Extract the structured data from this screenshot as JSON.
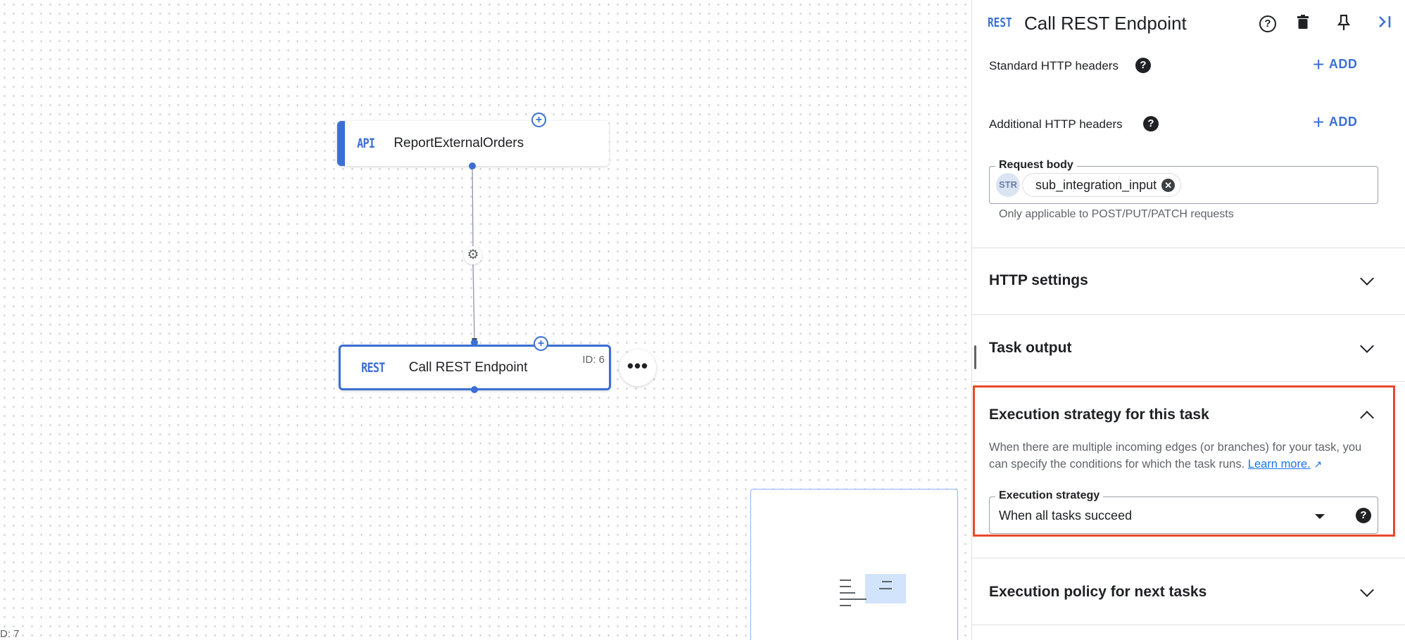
{
  "canvas": {
    "api_node": {
      "type_label": "API",
      "label": "ReportExternalOrders"
    },
    "rest_node": {
      "type_label": "REST",
      "label": "Call REST Endpoint",
      "id_label": "ID: 6"
    },
    "more_button_label": "•••",
    "bottom_id_label": "D: 7"
  },
  "panel": {
    "header": {
      "type_label": "REST",
      "title": "Call REST Endpoint"
    },
    "standard_headers": {
      "label": "Standard HTTP headers",
      "add_label": "ADD"
    },
    "additional_headers": {
      "label": "Additional HTTP headers",
      "add_label": "ADD"
    },
    "request_body": {
      "legend": "Request body",
      "badge": "STR",
      "chip_value": "sub_integration_input",
      "hint": "Only applicable to POST/PUT/PATCH requests"
    },
    "sections": {
      "http_settings": "HTTP settings",
      "task_output": "Task output",
      "execution_strategy": "Execution strategy for this task",
      "execution_policy": "Execution policy for next tasks"
    },
    "execution_strategy": {
      "description": "When there are multiple incoming edges (or branches) for your task, you can specify the conditions for which the task runs.",
      "learn_more": "Learn more.",
      "field_legend": "Execution strategy",
      "selected_value": "When all tasks succeed"
    }
  },
  "colors": {
    "accent": "#3b6fd4",
    "highlight_border": "#e8492c",
    "link": "#1a73e8"
  }
}
